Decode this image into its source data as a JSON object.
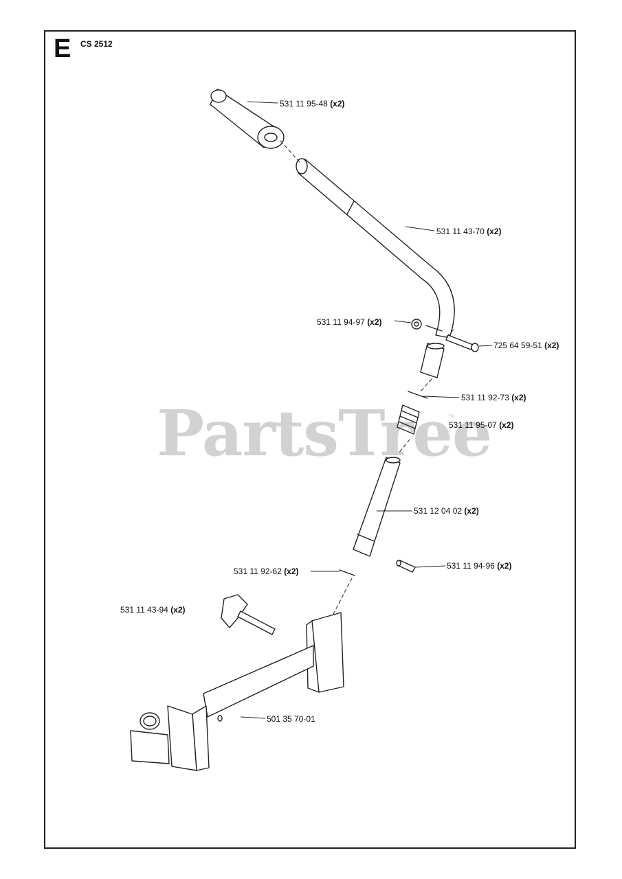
{
  "header": {
    "section_letter": "E",
    "model": "CS 2512"
  },
  "watermark": {
    "text": "PartsTree",
    "trademark": "™"
  },
  "parts": [
    {
      "part_no": "531 11 95-48",
      "qty": "(x2)"
    },
    {
      "part_no": "531 11 43-70",
      "qty": "(x2)"
    },
    {
      "part_no": "531 11 94-97",
      "qty": "(x2)"
    },
    {
      "part_no": "725 64 59-51",
      "qty": "(x2)"
    },
    {
      "part_no": "531 11 92-73",
      "qty": "(x2)"
    },
    {
      "part_no": "531 11 95-07",
      "qty": "(x2)"
    },
    {
      "part_no": "531 12 04 02",
      "qty": "(x2)"
    },
    {
      "part_no": "531 11 94-96",
      "qty": "(x2)"
    },
    {
      "part_no": "531 11 92-62",
      "qty": "(x2)"
    },
    {
      "part_no": "531 11 43-94",
      "qty": "(x2)"
    },
    {
      "part_no": "501 35 70-01",
      "qty": ""
    }
  ]
}
